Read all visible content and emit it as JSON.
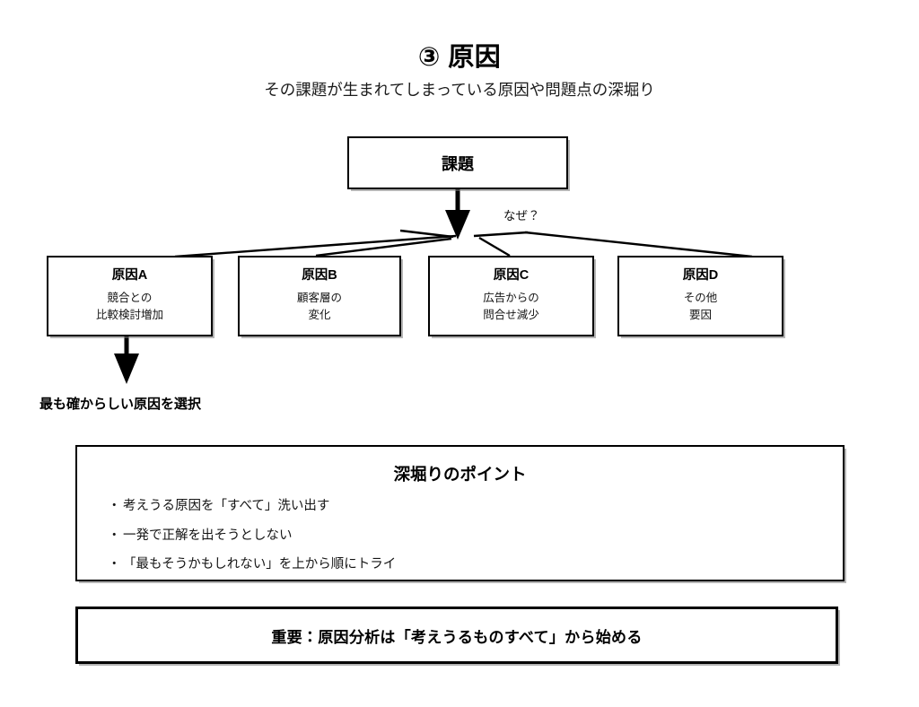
{
  "header": {
    "title": "③ 原因",
    "subtitle": "その課題が生まれてしまっている原因や問題点の深堀り"
  },
  "diagram": {
    "problem": {
      "label": "課題"
    },
    "why_label": "なぜ？",
    "causes": [
      {
        "title": "原因A",
        "line1": "競合との",
        "line2": "比較検討増加"
      },
      {
        "title": "原因B",
        "line1": "顧客層の",
        "line2": "変化"
      },
      {
        "title": "原因C",
        "line1": "広告からの",
        "line2": "問合せ減少"
      },
      {
        "title": "原因D",
        "line1": "その他",
        "line2": "要因"
      }
    ],
    "select_label": "最も確からしい原因を選択"
  },
  "points": {
    "title": "深堀りのポイント",
    "bullet_char": "・",
    "items": [
      "考えうる原因を「すべて」洗い出す",
      "一発で正解を出そうとしない",
      "「最もそうかもしれない」を上から順にトライ"
    ]
  },
  "important": {
    "text": "重要：原因分析は「考えうるものすべて」から始める"
  },
  "colors": {
    "background": "#ffffff",
    "ink": "#000000",
    "shadow": "#787878"
  }
}
